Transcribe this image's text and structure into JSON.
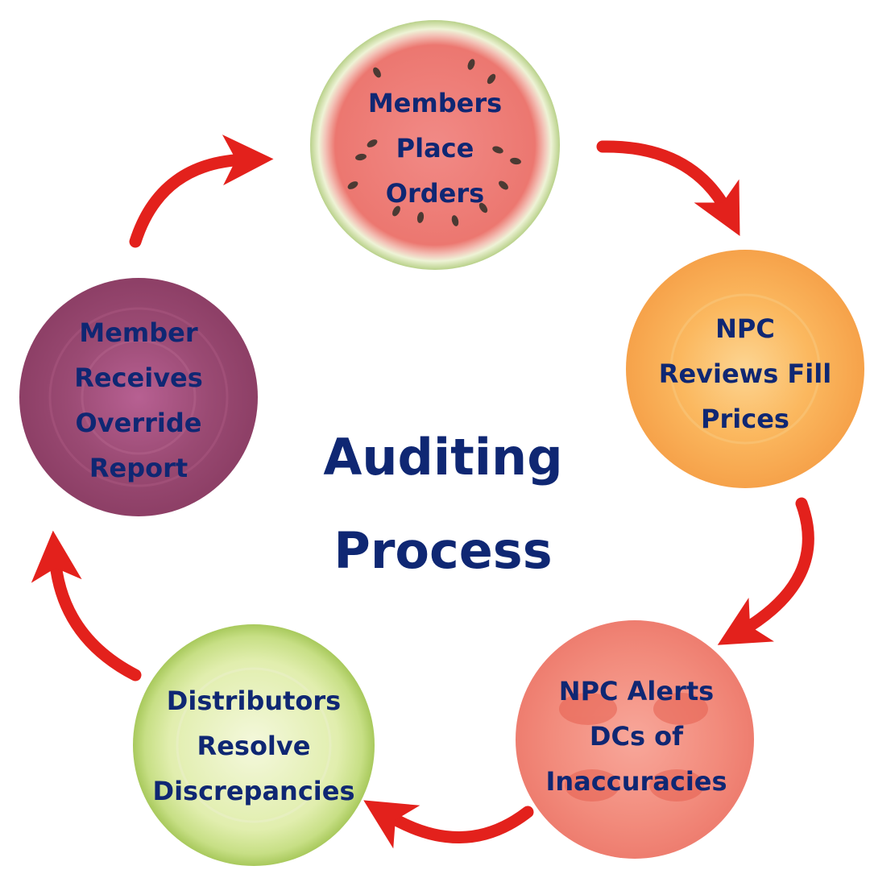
{
  "title": {
    "line1": "Auditing",
    "line2": "Process"
  },
  "steps": [
    {
      "id": "members-place-orders",
      "lines": [
        "Members",
        "Place",
        "Orders"
      ],
      "fruit": "watermelon-slice"
    },
    {
      "id": "npc-reviews-fill-prices",
      "lines": [
        "NPC",
        "Reviews Fill",
        "Prices"
      ],
      "fruit": "carrot-slice"
    },
    {
      "id": "npc-alerts-dcs",
      "lines": [
        "NPC Alerts",
        "DCs of",
        "Inaccuracies"
      ],
      "fruit": "tomato-slice"
    },
    {
      "id": "distributors-resolve",
      "lines": [
        "Distributors",
        "Resolve",
        "Discrepancies"
      ],
      "fruit": "cucumber-slice"
    },
    {
      "id": "member-receives-report",
      "lines": [
        "Member",
        "Receives",
        "Override",
        "Report"
      ],
      "fruit": "beet-slice"
    }
  ],
  "colors": {
    "text": "#0f2773",
    "arrow": "#e3211c"
  },
  "icons": {
    "arrow": "curved-arrow-icon"
  }
}
